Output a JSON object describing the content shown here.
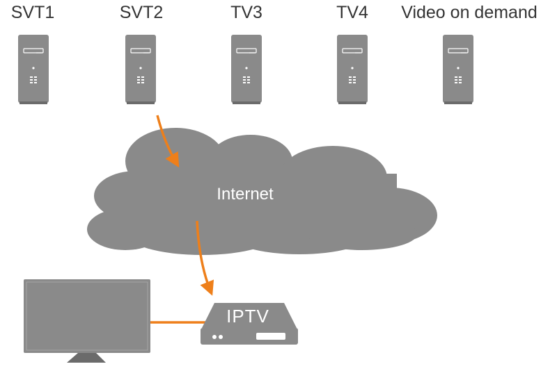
{
  "servers": [
    {
      "label": "SVT1"
    },
    {
      "label": "SVT2"
    },
    {
      "label": "TV3"
    },
    {
      "label": "TV4"
    },
    {
      "label": "Video on demand"
    }
  ],
  "cloud": {
    "label": "Internet"
  },
  "settop_box": {
    "label": "IPTV"
  },
  "colors": {
    "device_gray": "#8a8a8a",
    "dark_gray": "#6b6b6b",
    "arrow_orange": "#ee7f1a",
    "label_text": "#333333"
  }
}
